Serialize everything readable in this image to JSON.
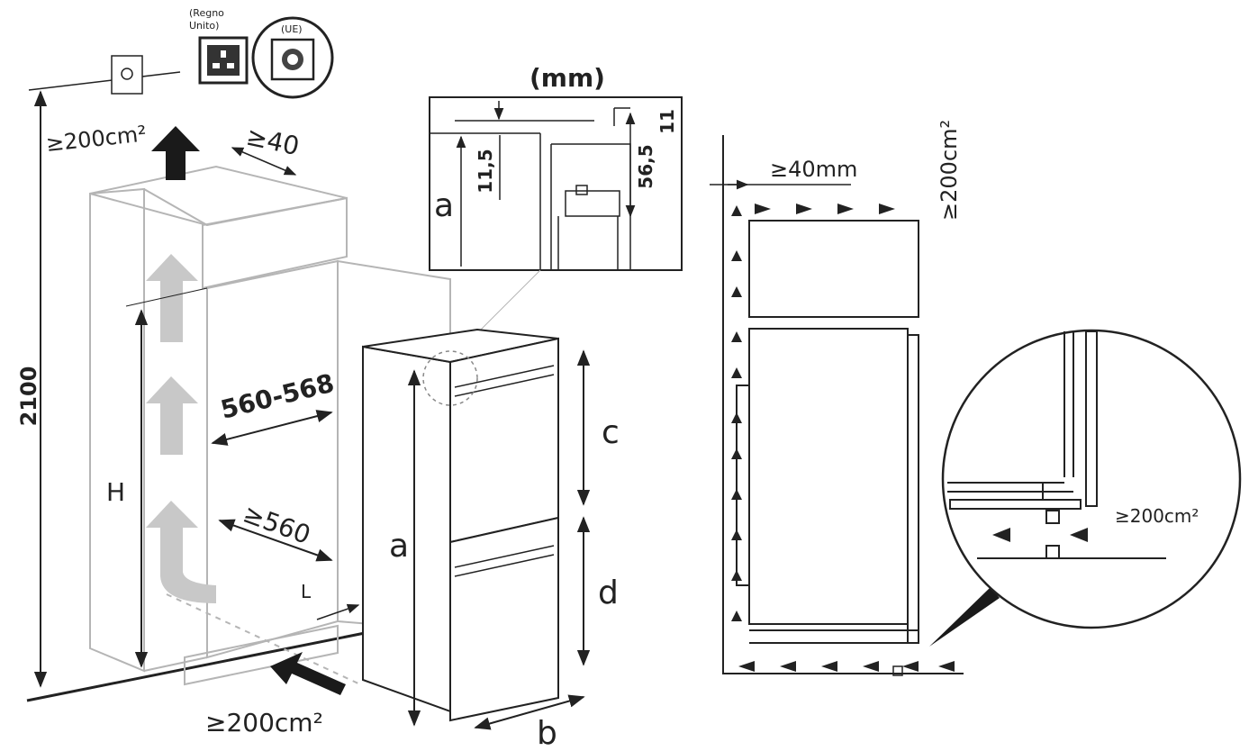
{
  "colors": {
    "line": "#222222",
    "light_line": "#b5b5b5",
    "ghost_arrow": "#c8c8c8",
    "black_arrow": "#1a1a1a",
    "background": "#ffffff"
  },
  "icons": {
    "wall_socket": "wall-socket-icon",
    "socket_uk": "uk-socket-icon",
    "socket_eu": "eu-socket-icon"
  },
  "labels": {
    "vent_top_left": "≥200cm²",
    "gap_top": "≥40",
    "height_total": "2100",
    "niche_height": "H",
    "niche_width": "560-568",
    "niche_depth": "≥560",
    "plinth_depth": "L",
    "vent_bottom": "≥200cm²",
    "socket_uk": "(Regno Unito)",
    "socket_uk_line1": "(Regno",
    "socket_uk_line2": "Unito)",
    "socket_eu": "(UE)",
    "unit_detail": "(mm)",
    "detail_a": "a",
    "detail_11_5": "11,5",
    "detail_56_5": "56,5",
    "detail_11": "11",
    "appliance_a": "a",
    "appliance_b": "b",
    "appliance_c": "c",
    "appliance_d": "d",
    "side_gap": "≥40mm",
    "side_vent_top": "≥200cm²",
    "side_vent_detail": "≥200cm²"
  }
}
